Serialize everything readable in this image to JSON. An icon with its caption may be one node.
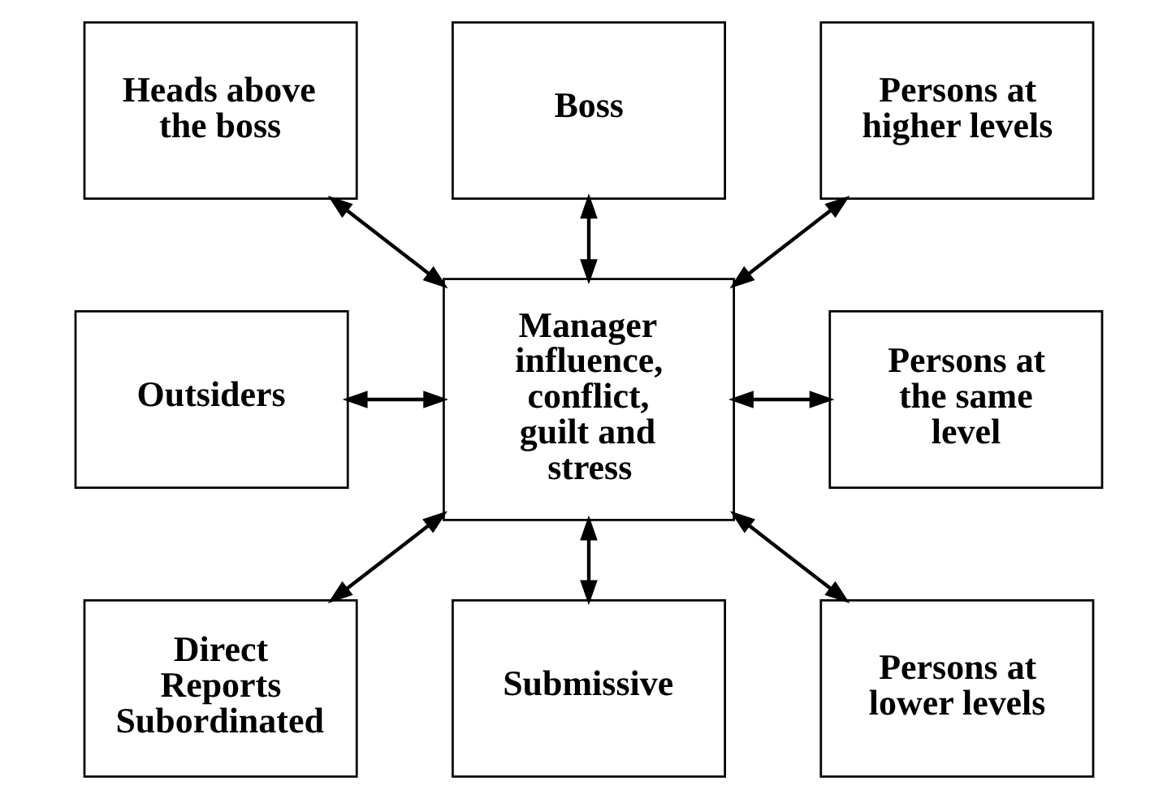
{
  "diagram": {
    "nodes": [
      {
        "text": [
          "Heads above the boss"
        ]
      },
      {
        "text": [
          "Boss"
        ]
      },
      {
        "text": [
          "Persons at higher levels"
        ]
      },
      {
        "text": [
          "Outsiders"
        ]
      },
      {
        "text": [
          "Manager influence, conflict, guilt and stress"
        ]
      },
      {
        "text": [
          "Persons at the same level"
        ]
      },
      {
        "text": [
          "Direct Reports Subordinated"
        ]
      },
      {
        "text": [
          "Submissive"
        ]
      },
      {
        "text": [
          "Persons at lower levels"
        ]
      }
    ],
    "edges": [
      {
        "from": 0,
        "to": 4,
        "arrow": "both"
      },
      {
        "from": 1,
        "to": 4,
        "arrow": "both"
      },
      {
        "from": 2,
        "to": 4,
        "arrow": "both"
      },
      {
        "from": 3,
        "to": 4,
        "arrow": "both"
      },
      {
        "from": 4,
        "to": 5,
        "arrow": "both"
      },
      {
        "from": 4,
        "to": 6,
        "arrow": "both"
      },
      {
        "from": 4,
        "to": 7,
        "arrow": "both"
      },
      {
        "from": 4,
        "to": 8,
        "arrow": "both"
      }
    ]
  }
}
